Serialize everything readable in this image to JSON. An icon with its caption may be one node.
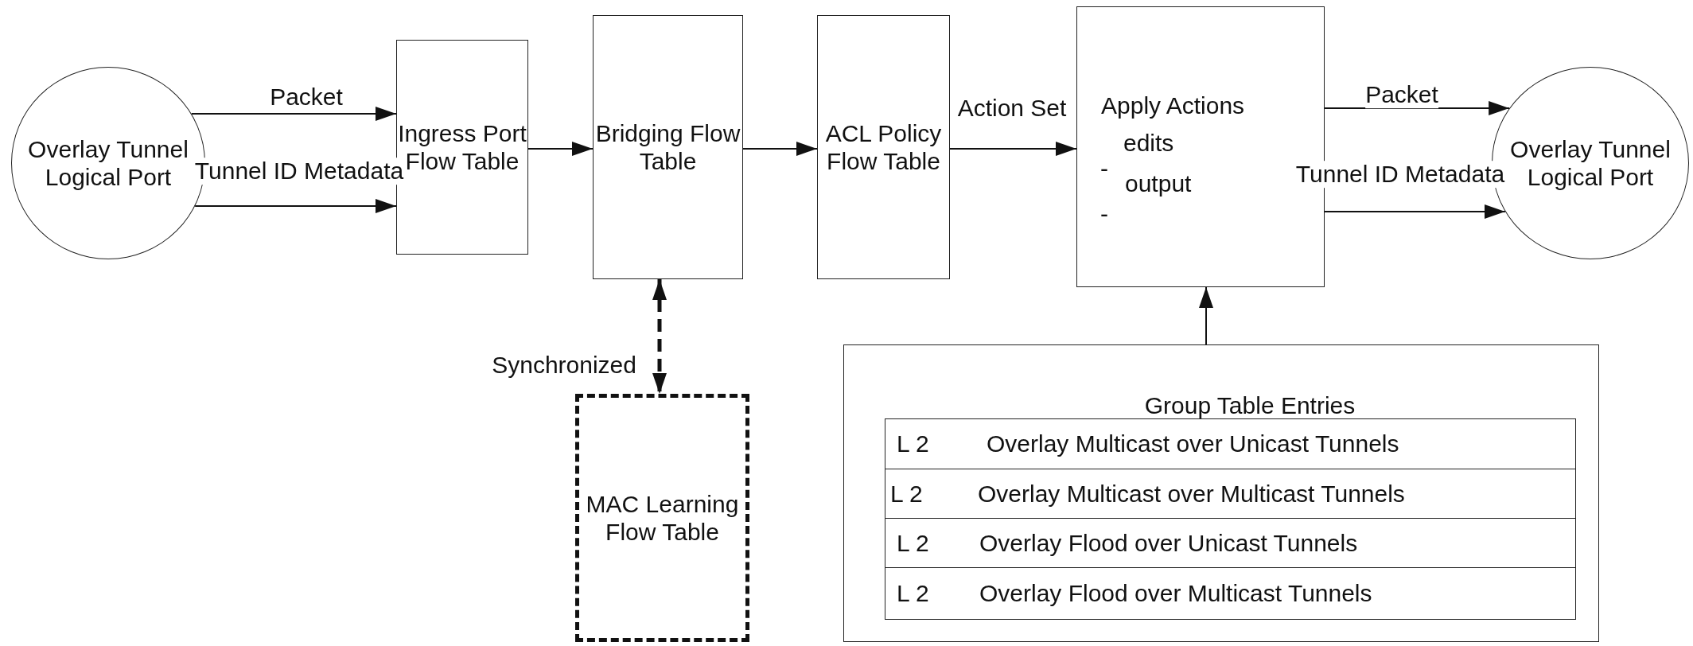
{
  "diagram": {
    "nodes": [
      {
        "text": [
          "Overlay Tunnel Logical Port"
        ]
      },
      {
        "text": [
          "Ingress Port Flow Table"
        ]
      },
      {
        "text": [
          "Bridging Flow Table"
        ]
      },
      {
        "text": [
          "ACL Policy Flow Table"
        ]
      },
      {
        "text": [
          "Apply Actions",
          "edits",
          "-",
          "output",
          "-"
        ]
      },
      {
        "text": [
          "Overlay Tunnel Logical Port"
        ]
      },
      {
        "text": [
          "MAC Learning Flow Table"
        ]
      },
      {
        "text": [
          "Group Table Entries"
        ]
      },
      {
        "text": [
          "L 2",
          "Overlay Multicast over Unicast Tunnels"
        ],
        "in": 7
      },
      {
        "text": [
          "L 2",
          "Overlay Multicast over Multicast Tunnels"
        ],
        "in": 7
      },
      {
        "text": [
          "L 2",
          "Overlay Flood over Unicast Tunnels"
        ],
        "in": 7
      },
      {
        "text": [
          "L 2",
          "Overlay Flood over Multicast Tunnels"
        ],
        "in": 7
      }
    ],
    "edges": [
      {
        "from": 0,
        "to": 1,
        "arrow": "to",
        "label": "Packet"
      },
      {
        "from": 0,
        "to": 1,
        "arrow": "to",
        "label": "Tunnel ID Metadata"
      },
      {
        "from": 1,
        "to": 2,
        "arrow": "to"
      },
      {
        "from": 2,
        "to": 3,
        "arrow": "to"
      },
      {
        "from": 3,
        "to": 4,
        "arrow": "to",
        "label": "Action Set"
      },
      {
        "from": 4,
        "to": 5,
        "arrow": "to",
        "label": "Packet"
      },
      {
        "from": 4,
        "to": 5,
        "arrow": "to",
        "label": "Tunnel ID Metadata"
      },
      {
        "from": 2,
        "to": 6,
        "arrow": "both",
        "label": "Synchronized",
        "style": "dashed"
      },
      {
        "from": 7,
        "to": 4,
        "arrow": "to"
      }
    ]
  }
}
